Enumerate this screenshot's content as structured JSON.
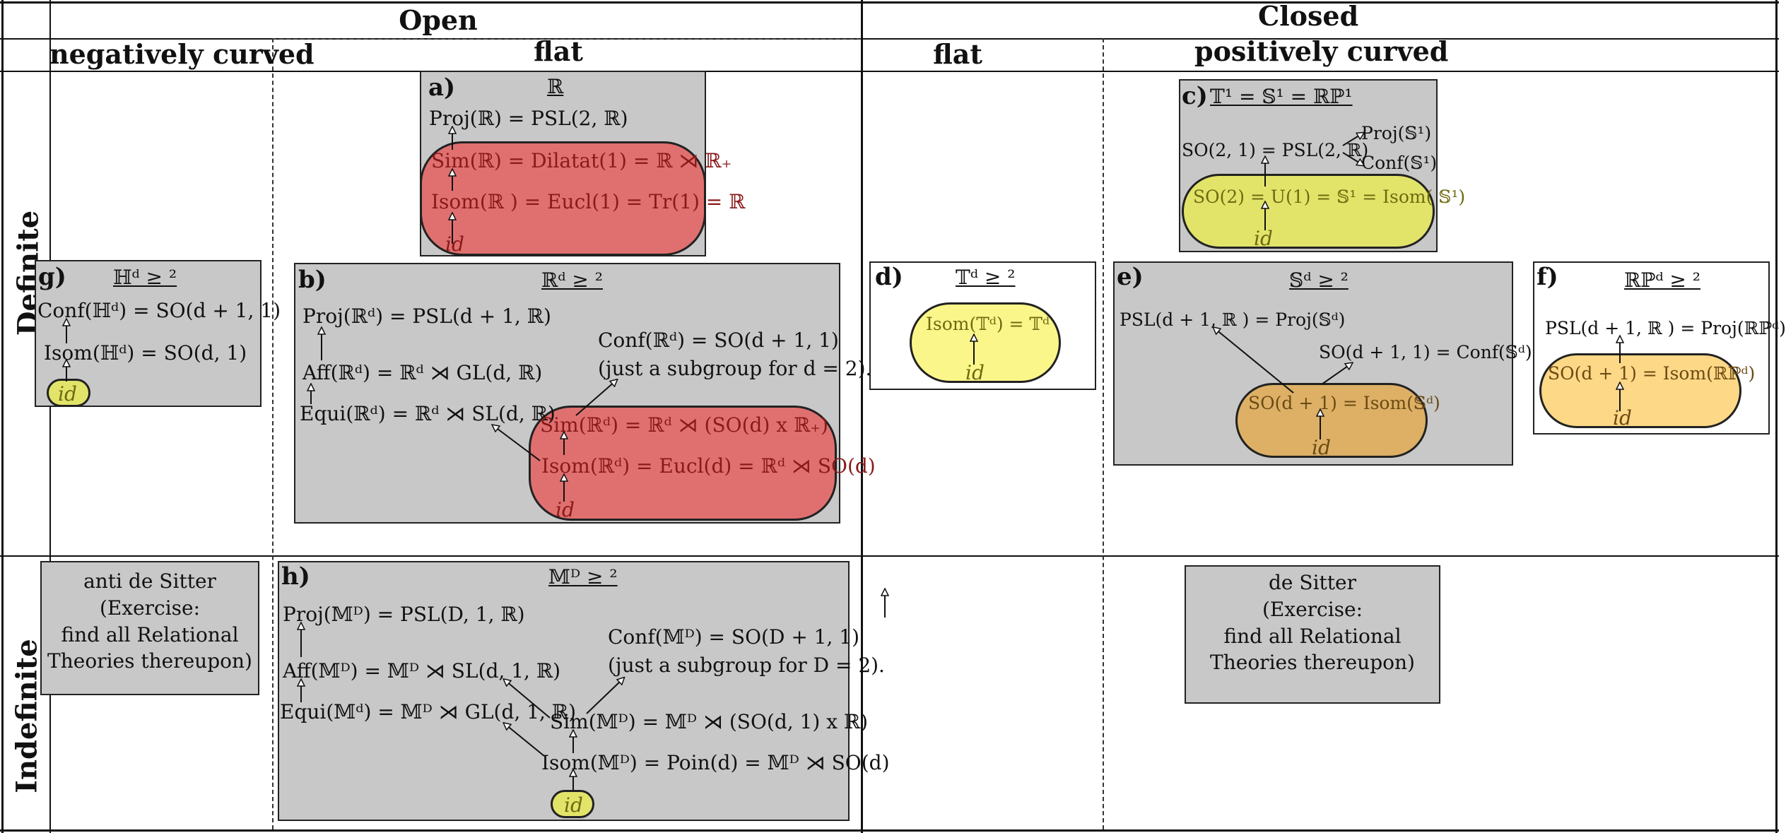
{
  "headers": {
    "open": "Open",
    "closed": "Closed",
    "negatively_curved": "negatively curved",
    "flat_open": "flat",
    "flat_closed": "flat",
    "positively_curved": "positively curved",
    "definite": "Definite",
    "indefinite": "Indefinite"
  },
  "panel_a": {
    "label": "a)",
    "title": "ℝ",
    "proj": "Proj(ℝ) = PSL(2, ℝ)",
    "sim": "Sim(ℝ) = Dilatat(1) = ℝ ⋊ ℝ₊",
    "isom": "Isom(ℝ ) = Eucl(1) = Tr(1) = ℝ",
    "id": "id"
  },
  "panel_b": {
    "label": "b)",
    "title": "ℝᵈ ≥ ²",
    "proj": "Proj(ℝᵈ) = PSL(d + 1,  ℝ)",
    "aff": "Aff(ℝᵈ)  =  ℝᵈ ⋊ GL(d, ℝ)",
    "equi": "Equi(ℝᵈ) = ℝᵈ ⋊ SL(d,  ℝ)",
    "conf": "Conf(ℝᵈ) = SO(d + 1, 1)",
    "conf_note": "(just a subgroup for d = 2).",
    "sim": "Sim(ℝᵈ)  = ℝᵈ ⋊ (SO(d) x ℝ₊)",
    "isom": "Isom(ℝᵈ) = Eucl(d) = ℝᵈ ⋊ SO(d)",
    "id": "id"
  },
  "panel_c": {
    "label": "c)",
    "title": "𝕋¹ =  𝕊¹ = ℝℙ¹",
    "so21": "SO(2, 1) = PSL(2, ℝ)",
    "proj": "Proj(𝕊¹)",
    "conf": "Conf(𝕊¹)",
    "so2": "SO(2) = U(1) = 𝕊¹ = Isom( 𝕊¹)",
    "id": "id"
  },
  "panel_d": {
    "label": "d)",
    "title": "𝕋ᵈ ≥ ²",
    "isom": "Isom(𝕋ᵈ) = 𝕋ᵈ",
    "id": "id"
  },
  "panel_e": {
    "label": "e)",
    "title": "𝕊ᵈ ≥ ²",
    "proj": "PSL(d + 1, ℝ ) = Proj(𝕊ᵈ)",
    "conf": "SO(d + 1, 1) = Conf(𝕊ᵈ)",
    "isom": "SO(d + 1) = Isom(𝕊ᵈ)",
    "id": "id"
  },
  "panel_f": {
    "label": "f)",
    "title": "ℝℙᵈ ≥ ²",
    "proj": "PSL(d + 1, ℝ ) = Proj(ℝℙᵈ)",
    "isom": "SO(d + 1) = Isom(ℝℙᵈ)",
    "id": "id"
  },
  "panel_g": {
    "label": "g)",
    "title": "ℍᵈ ≥ ²",
    "conf": "Conf(ℍᵈ)  = SO(d + 1, 1)",
    "isom": "Isom(ℍᵈ) = SO(d, 1)",
    "id": "id"
  },
  "panel_h": {
    "label": "h)",
    "title": "𝕄ᴰ ≥ ²",
    "proj": "Proj(𝕄ᴰ) = PSL(D, 1, ℝ)",
    "aff": "Aff(𝕄ᴰ)  =  𝕄ᴰ ⋊ SL(d, 1, ℝ)",
    "equi": "Equi(𝕄ᵈ) =  𝕄ᴰ ⋊ GL(d, 1, ℝ)",
    "conf": "Conf(𝕄ᴰ) = SO(D + 1, 1)",
    "conf_note": "(just a subgroup for D = 2).",
    "sim": "Sim(𝕄ᴰ)  = 𝕄ᴰ ⋊ (SO(d, 1) x ℝ)",
    "isom": "Isom(𝕄ᴰ) = Poin(d) = 𝕄ᴰ ⋊ SO(d)",
    "id": "id"
  },
  "anti_de_sitter": [
    "anti de Sitter",
    "(Exercise:",
    "find all Relational",
    "Theories thereupon)"
  ],
  "de_sitter": [
    "de Sitter",
    "(Exercise:",
    "find all Relational",
    "Theories thereupon)"
  ],
  "colors": {
    "panel_gray": "#c8c8c8",
    "red": "#e07070",
    "yellow": "#e2e46a",
    "light_yellow": "#fbf68a",
    "orange": "#ddb066",
    "light_orange": "#fdd886"
  }
}
